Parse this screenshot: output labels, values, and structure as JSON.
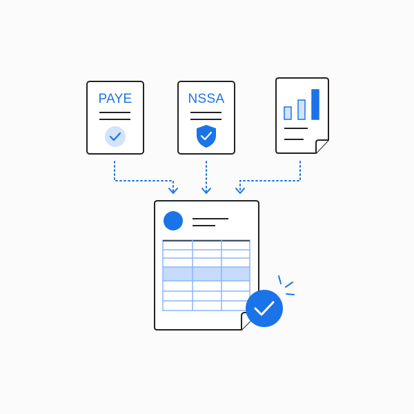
{
  "docs": {
    "paye": {
      "label": "PAYE"
    },
    "nssa": {
      "label": "NSSA"
    }
  },
  "report": {
    "bar_levels": [
      0.42,
      0.64,
      1.0
    ]
  },
  "colors": {
    "primary": "#1a73e8",
    "primary_light": "#d2e3fc",
    "table_line": "#8ab4f8",
    "highlight_row": "#c6dbfb",
    "ink": "#202124",
    "paper": "#ffffff",
    "background": "#fbfbfb"
  },
  "icons": {
    "paye_badge": "checkmark-circle-icon",
    "nssa_badge": "shield-check-icon",
    "complete_badge": "checkmark-badge-icon",
    "sparkle": "sparkle-lines-icon"
  }
}
